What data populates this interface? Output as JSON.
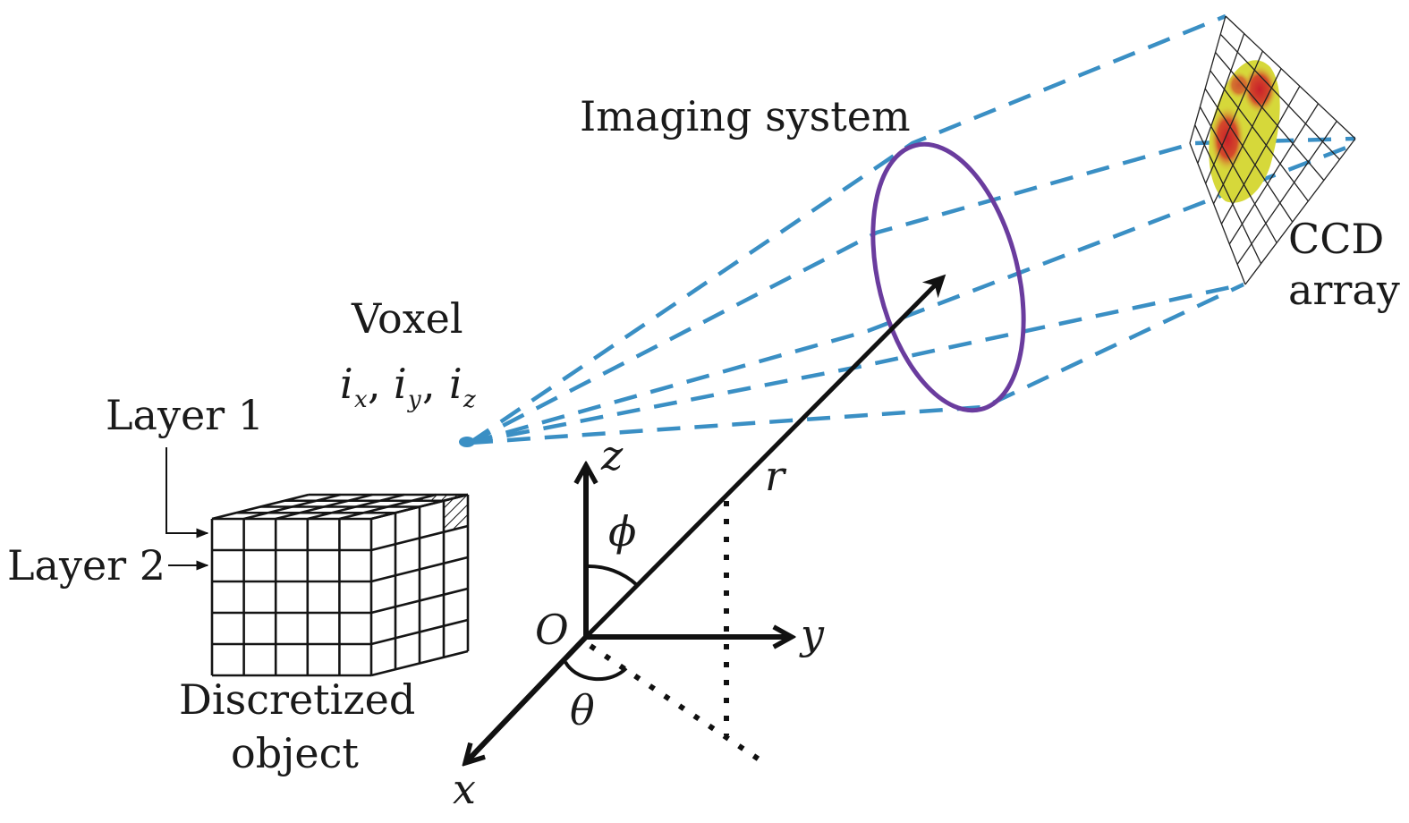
{
  "figure": {
    "labels": {
      "imaging_system": "Imaging system",
      "ccd_line1": "CCD",
      "ccd_line2": "array",
      "voxel": "Voxel",
      "voxel_index": {
        "i1": "i",
        "s1": "x",
        "i2": "i",
        "s2": "y",
        "i3": "i",
        "s3": "z",
        "sep": ","
      },
      "layer1": "Layer 1",
      "layer2": "Layer 2",
      "object_line1": "Discretized",
      "object_line2": "object",
      "axis_x": "x",
      "axis_y": "y",
      "axis_z": "z",
      "origin": "O",
      "radius": "r",
      "phi": "ϕ",
      "theta": "θ"
    },
    "object_grid": {
      "front_cols": 5,
      "front_rows": 5,
      "depth_layers": 4
    },
    "ccd_grid": {
      "cols": 7,
      "rows": 7
    },
    "colors": {
      "rays": "#3a8fc4",
      "lens": "#6a3c9e",
      "heat_low": "#d6d83a",
      "heat_high": "#c8202a",
      "lines": "#111111"
    }
  }
}
